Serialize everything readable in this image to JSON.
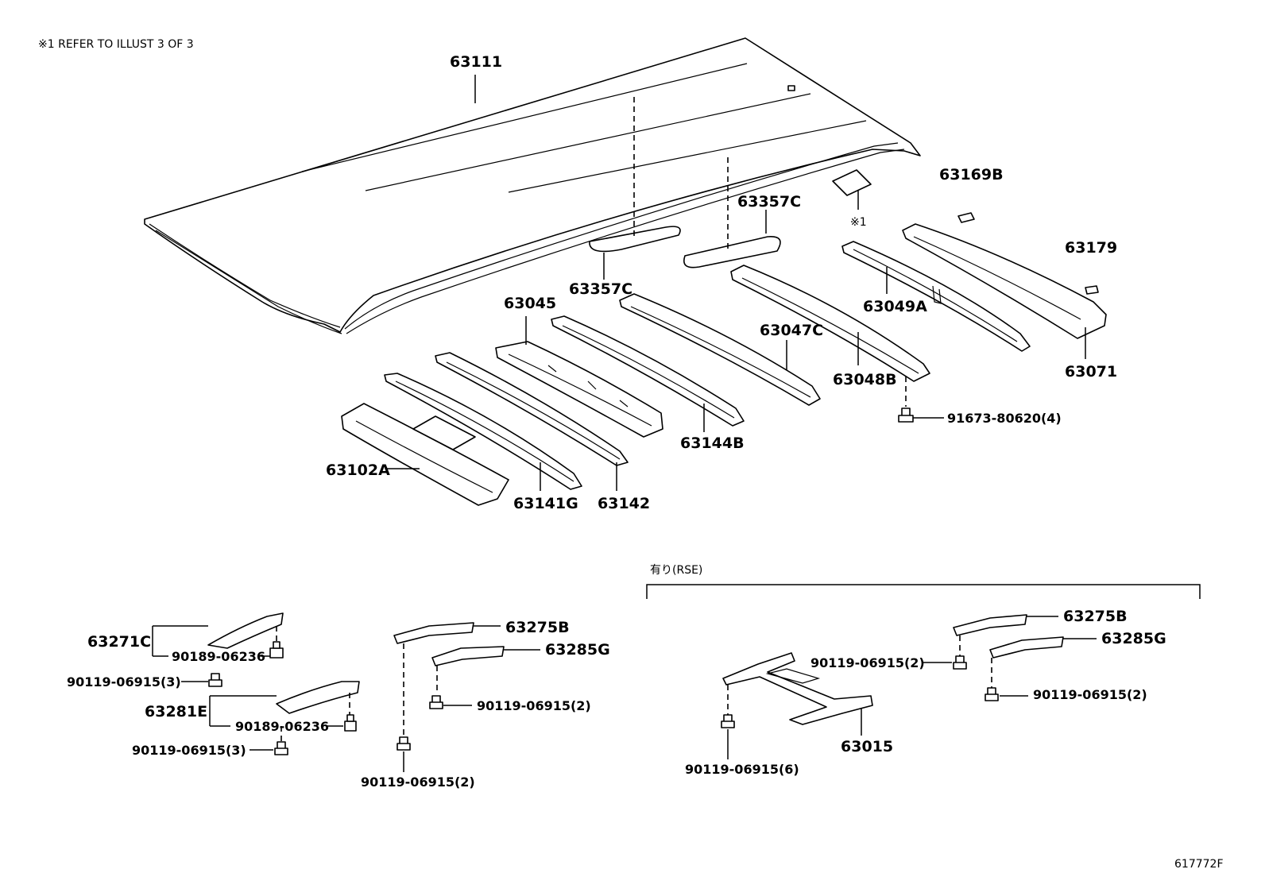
{
  "note": "※1 REFER TO ILLUST 3 OF 3",
  "option_label": "有り(RSE)",
  "illust_id": "617772F",
  "ref_mark": "※1",
  "labels": {
    "p63111": "63111",
    "p63169B": "63169B",
    "p63357C_a": "63357C",
    "p63357C_b": "63357C",
    "p63179": "63179",
    "p63045": "63045",
    "p63049A": "63049A",
    "p63047C": "63047C",
    "p63071": "63071",
    "p63048B": "63048B",
    "b91673": "91673-80620(4)",
    "p63144B": "63144B",
    "p63102A": "63102A",
    "p63141G": "63141G",
    "p63142": "63142",
    "p63271C": "63271C",
    "b90189_a": "90189-06236",
    "b90119_3a": "90119-06915(3)",
    "p63281E": "63281E",
    "b90189_b": "90189-06236",
    "b90119_3b": "90119-06915(3)",
    "p63275B_a": "63275B",
    "p63285G_a": "63285G",
    "b90119_2a": "90119-06915(2)",
    "b90119_2b": "90119-06915(2)",
    "p63275B_b": "63275B",
    "p63285G_b": "63285G",
    "b90119_2c": "90119-06915(2)",
    "b90119_2d": "90119-06915(2)",
    "p63015": "63015",
    "b90119_6": "90119-06915(6)"
  }
}
